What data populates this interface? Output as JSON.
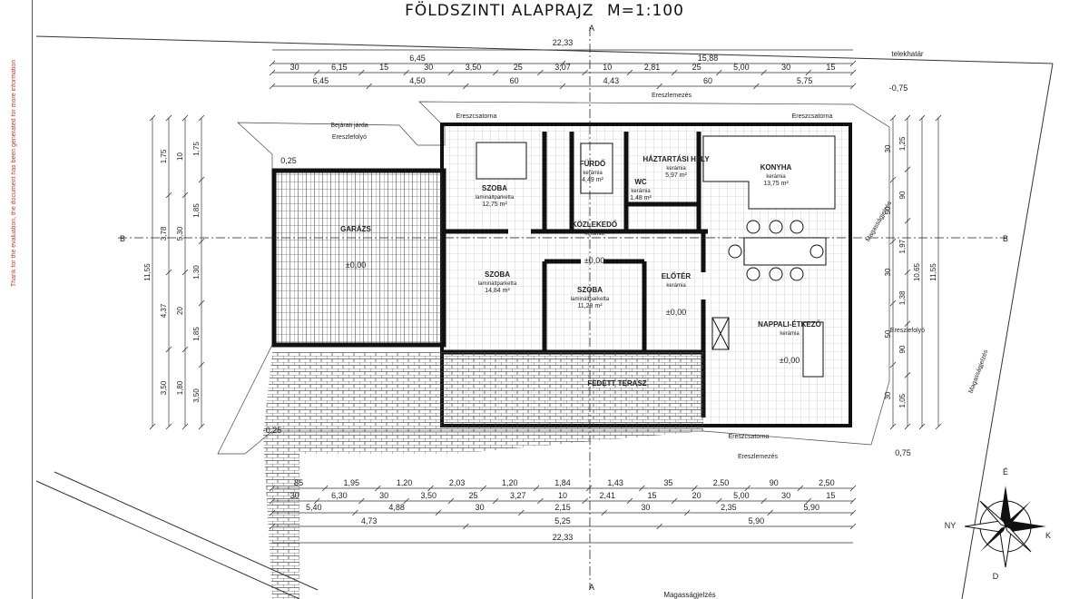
{
  "title": {
    "main": "FÖLDSZINTI ALAPRAJZ",
    "scale": "M=1:100"
  },
  "side_note": "Thank for the evaluation, the document has been generated for more information",
  "dims_top": {
    "overall": "22,33",
    "row1": [
      "6,45",
      "15,88"
    ],
    "row2": [
      "30",
      "6,15",
      "15",
      "30",
      "3,50",
      "25",
      "3,07",
      "10",
      "2,81",
      "25",
      "5,00",
      "30",
      "15"
    ],
    "row3": [
      "6,45",
      "4,50",
      "60",
      "4,43",
      "60",
      "5,75"
    ],
    "level_ne": "-0,75",
    "telek": "telekhatár"
  },
  "dims_bottom": {
    "row1": [
      "85",
      "1,95",
      "1,20",
      "2,03",
      "1,20",
      "1,84",
      "1,43",
      "35",
      "2,50",
      "90",
      "2,50"
    ],
    "row2": [
      "30",
      "6,30",
      "30",
      "3,50",
      "25",
      "3,27",
      "10",
      "2,41",
      "15",
      "20",
      "5,00",
      "30",
      "15"
    ],
    "row3": [
      "5,40",
      "4,88",
      "30",
      "2,15",
      "30",
      "2,35",
      "5,90"
    ],
    "row4": [
      "4,73",
      "5,25",
      "5,90"
    ],
    "overall": "22,33"
  },
  "dims_left": {
    "overall": "11,55",
    "col1": [
      "1,75",
      "3,78",
      "4,37",
      "3,50"
    ],
    "col2": [
      "10",
      "5,30",
      "20",
      "1,80"
    ],
    "col3": [
      "1,75",
      "1,85",
      "1,30",
      "1,85",
      "3,50"
    ],
    "levels": [
      "0,25",
      "-0,25"
    ]
  },
  "dims_right": {
    "overall": "11,55",
    "col1": [
      "10,65"
    ],
    "col2": [
      "1,25",
      "90",
      "1,97",
      "1,38",
      "90",
      "1,05"
    ],
    "col3": [
      "30",
      "50",
      "30",
      "50",
      "30"
    ],
    "level_se": "0,75"
  },
  "rooms": [
    {
      "name": "GARÁZS",
      "floor": "",
      "area": "",
      "level": "±0,00"
    },
    {
      "name": "SZOBA",
      "floor": "lamináltparketta",
      "area": "12,75 m²",
      "level": ""
    },
    {
      "name": "FÜRDŐ",
      "floor": "kerámia",
      "area": "4,49 m²",
      "level": ""
    },
    {
      "name": "WC",
      "floor": "kerámia",
      "area": "1,48 m²",
      "level": ""
    },
    {
      "name": "HÁZTARTÁSI HELY",
      "floor": "kerámia",
      "area": "5,97 m²",
      "level": ""
    },
    {
      "name": "KONYHA",
      "floor": "kerámia",
      "area": "13,75 m²",
      "level": ""
    },
    {
      "name": "KÖZLEKEDŐ",
      "floor": "kerámia",
      "area": "",
      "level": "±0,00"
    },
    {
      "name": "SZOBA",
      "floor": "lamináltparketta",
      "area": "14,84 m²",
      "level": ""
    },
    {
      "name": "SZOBA",
      "floor": "lamináltparketta",
      "area": "11,28 m²",
      "level": ""
    },
    {
      "name": "ELŐTÉR",
      "floor": "kerámia",
      "area": "",
      "level": "±0,00"
    },
    {
      "name": "NAPPALI-ÉTKEZŐ",
      "floor": "kerámia",
      "area": "",
      "level": "±0,00"
    },
    {
      "name": "FEDETT TERASZ",
      "floor": "",
      "area": "",
      "level": ""
    }
  ],
  "annotations": {
    "ereszcsatorna": "Ereszcsatorna",
    "ereszlefolyo": "Ereszlefolyó",
    "ereszlemezes": "Ereszlemezés",
    "bejarati": "Bejárati járda",
    "magassag": "Magasságjelzés",
    "section_A": "A",
    "section_B": "B"
  },
  "compass": {
    "north": "É",
    "east": "K",
    "south": "D",
    "west": "NY"
  },
  "bottom_label": "Magasságjelzés"
}
